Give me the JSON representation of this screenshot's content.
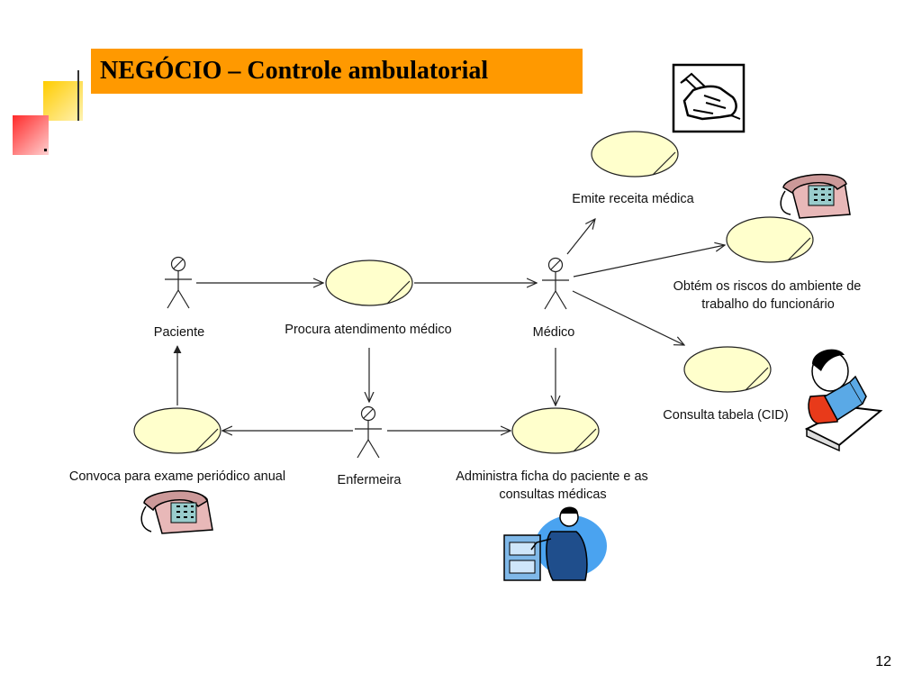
{
  "slide": {
    "title": "NEGÓCIO – Controle ambulatorial",
    "page_number": "12",
    "colors": {
      "title_bg": "#ff9900",
      "use_case_fill": "#ffffcc",
      "deco_yellow": "#ffcc00",
      "deco_red": "#ff3333"
    }
  },
  "actors": {
    "paciente": "Paciente",
    "medico": "Médico",
    "enfermeira": "Enfermeira"
  },
  "use_cases": {
    "procura": "Procura atendimento médico",
    "emite": "Emite receita médica",
    "obtem_1": "Obtém os riscos do ambiente de",
    "obtem_2": "trabalho do funcionário",
    "consulta": "Consulta tabela (CID)",
    "convoca": "Convoca para exame periódico anual",
    "administra_1": "Administra ficha do paciente e as",
    "administra_2": "consultas médicas"
  },
  "clipart": [
    "writing-hand-icon",
    "telephone-icon",
    "person-reading-icon",
    "telephone-icon",
    "filing-clerk-icon"
  ]
}
